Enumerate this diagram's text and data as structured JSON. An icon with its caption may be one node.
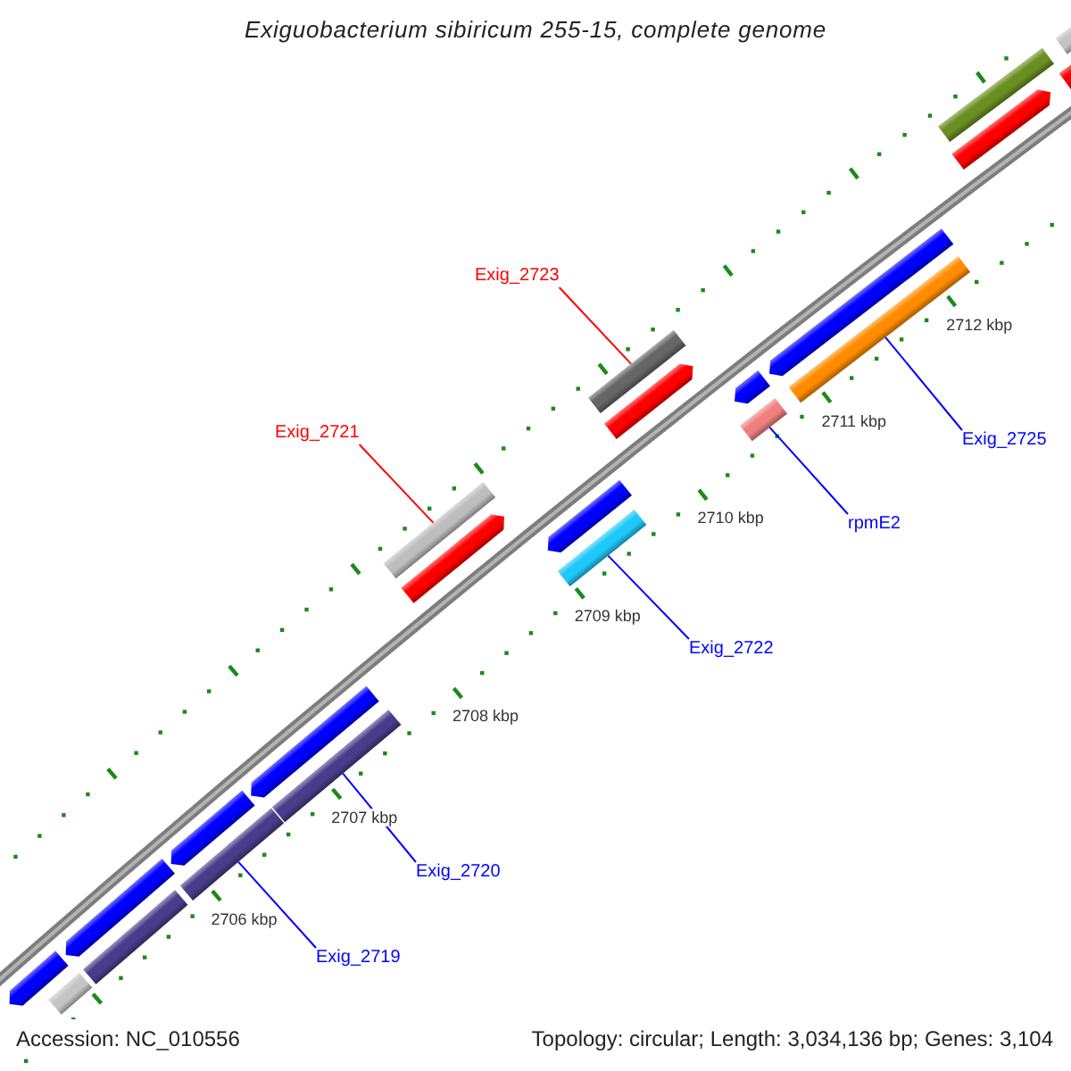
{
  "diagram": {
    "title": "Exiguobacterium sibiricum 255-15, complete genome",
    "nodes": [
      {
        "text": [
          "Exig_2723"
        ]
      },
      {
        "text": [],
        "shape": "box"
      },
      {
        "text": [
          "Exig_2721"
        ]
      },
      {
        "text": [],
        "shape": "box"
      },
      {
        "text": [
          "Exig_2725"
        ]
      },
      {
        "text": [],
        "shape": "box"
      },
      {
        "text": [
          "rpmE2"
        ]
      },
      {
        "text": [],
        "shape": "box"
      },
      {
        "text": [
          "Exig_2722"
        ]
      },
      {
        "text": [],
        "shape": "box"
      },
      {
        "text": [
          "Exig_2720"
        ]
      },
      {
        "text": [],
        "shape": "box"
      },
      {
        "text": [
          "Exig_2719"
        ]
      },
      {
        "text": [],
        "shape": "box"
      },
      {
        "text": [],
        "shape": "box"
      },
      {
        "text": [],
        "shape": "box"
      },
      {
        "text": [],
        "shape": "box"
      },
      {
        "text": [],
        "shape": "box"
      },
      {
        "text": [],
        "shape": "box"
      },
      {
        "text": [],
        "shape": "box"
      },
      {
        "text": [],
        "shape": "box"
      },
      {
        "text": [],
        "shape": "box"
      },
      {
        "text": [],
        "shape": "box"
      },
      {
        "text": [],
        "shape": "box"
      },
      {
        "text": [],
        "shape": "box"
      },
      {
        "text": [],
        "shape": "box"
      },
      {
        "text": [],
        "shape": "box"
      },
      {
        "text": [],
        "shape": "box"
      },
      {
        "text": [],
        "shape": "box"
      }
    ],
    "edges": [
      {
        "from": 0,
        "to": 1,
        "arrow": "none",
        "color": "#ff0000"
      },
      {
        "from": 2,
        "to": 3,
        "arrow": "none",
        "color": "#ff0000"
      },
      {
        "from": 4,
        "to": 5,
        "arrow": "none"
      },
      {
        "from": 6,
        "to": 7,
        "arrow": "none"
      },
      {
        "from": 8,
        "to": 9,
        "arrow": "none"
      },
      {
        "from": 10,
        "to": 11,
        "arrow": "none"
      },
      {
        "from": 12,
        "to": 13,
        "arrow": "none"
      }
    ],
    "labels": [
      "2712 kbp",
      "2711 kbp",
      "2710 kbp",
      "2709 kbp",
      "2708 kbp",
      "2707 kbp",
      "2706 kbp",
      "Accession: NC_010556",
      "Topology: circular; Length: 3,034,136 bp; Genes: 3,104"
    ]
  }
}
